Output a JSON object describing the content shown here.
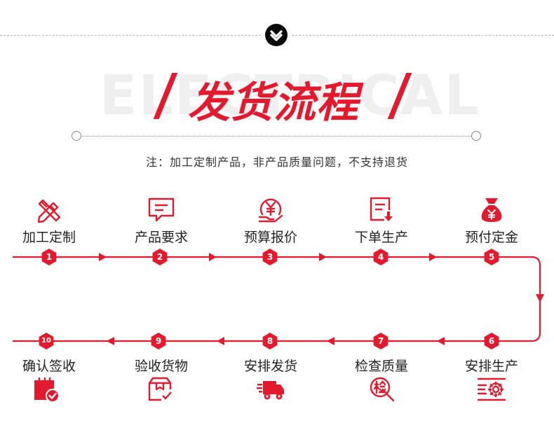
{
  "header": {
    "background_word": "ELECTRICAL",
    "title": "发货流程",
    "chevron_icon": "chevron-down-icon"
  },
  "note": "注：加工定制产品，非产品质量问题，不支持退货",
  "colors": {
    "accent": "#e3192d",
    "dark": "#0a0a0a",
    "watermark": "#efefef"
  },
  "steps_row1": [
    {
      "num": "1",
      "label": "加工定制",
      "icon": "pencil-ruler-icon"
    },
    {
      "num": "2",
      "label": "产品要求",
      "icon": "message-icon"
    },
    {
      "num": "3",
      "label": "预算报价",
      "icon": "yen-coin-icon"
    },
    {
      "num": "4",
      "label": "下单生产",
      "icon": "document-download-icon"
    },
    {
      "num": "5",
      "label": "预付定金",
      "icon": "money-bag-icon"
    }
  ],
  "steps_row2": [
    {
      "num": "10",
      "label": "确认签收",
      "icon": "calendar-check-icon"
    },
    {
      "num": "9",
      "label": "验收货物",
      "icon": "package-check-icon"
    },
    {
      "num": "8",
      "label": "安排发货",
      "icon": "delivery-truck-icon"
    },
    {
      "num": "7",
      "label": "检查质量",
      "icon": "magnifier-inspect-icon"
    },
    {
      "num": "6",
      "label": "安排生产",
      "icon": "gear-settings-icon"
    }
  ]
}
